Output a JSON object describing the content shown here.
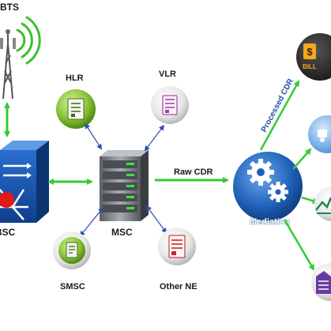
{
  "nodes": {
    "bts": "BTS",
    "bsc": "BSC",
    "hlr": "HLR",
    "vlr": "VLR",
    "msc": "MSC",
    "smsc": "SMSC",
    "other_ne": "Other NE",
    "mediation": "Mediation",
    "billing_icon_text": "BILL"
  },
  "edges": {
    "raw_cdr": "Raw CDR",
    "processed_cdr": "Processed CDR"
  },
  "colors": {
    "green_arrow": "#33cc33",
    "blue_arrow": "#2a4fb0",
    "mediation_blue": "#1f5fb5",
    "bsc_blue": "#1a56b8"
  }
}
